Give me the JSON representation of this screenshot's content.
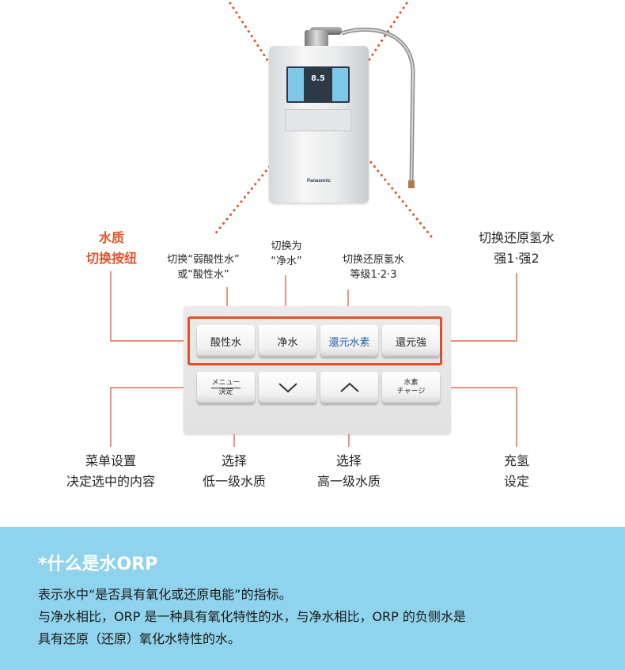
{
  "device": {
    "brand": "Panasonic",
    "screen_value": "8.5"
  },
  "callouts": {
    "group_title": [
      "水质",
      "切换按纽"
    ],
    "acid": [
      "切换“弱酸性水”",
      "或“酸性水”"
    ],
    "pure": [
      "切换为",
      "“净水”"
    ],
    "reduce_level": [
      "切换还原氢水",
      "等级1·2·3"
    ],
    "reduce_strong": [
      "切换还原氢水",
      "强1·强2"
    ],
    "menu": [
      "菜单设置",
      "决定选中的内容"
    ],
    "down": [
      "选择",
      "低一级水质"
    ],
    "up": [
      "选择",
      "高一级水质"
    ],
    "charge": [
      "充氢",
      "设定"
    ]
  },
  "keys": {
    "acid": "酸性水",
    "pure": "净水",
    "reduce_h": "還元水素",
    "reduce_strong": "還元強",
    "menu_top": "メニュー",
    "menu_bottom": "決定",
    "down_icon": "chevron-down-icon",
    "up_icon": "chevron-up-icon",
    "charge_top": "水素",
    "charge_bottom": "チャージ"
  },
  "info": {
    "title": "*什么是水ORP",
    "lines": [
      "表示水中“是否具有氧化或还原电能”的指标。",
      "与净水相比，ORP 是一种具有氧化特性的水，与净水相比，ORP 的负侧水是",
      "具有还原（还原）氧化水特性的水。"
    ]
  },
  "colors": {
    "accent": "#e0522a",
    "info_bg": "#8fd3ec",
    "key_blue": "#1f62b0"
  }
}
